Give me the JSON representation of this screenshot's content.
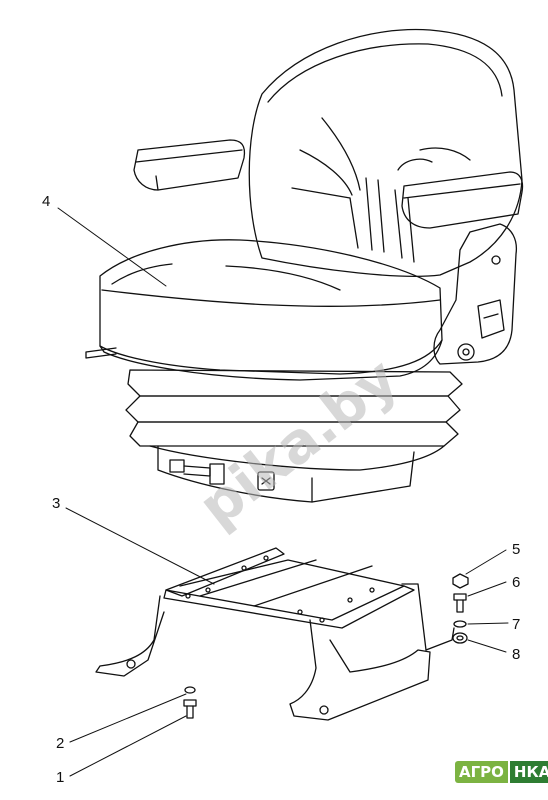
{
  "watermark": "pika.by",
  "logo": {
    "left": "АГРО",
    "right": "НКА",
    "left_color": "#7cb342",
    "right_color": "#2e7d32"
  },
  "callouts": [
    {
      "id": "1",
      "label": "1"
    },
    {
      "id": "2",
      "label": "2"
    },
    {
      "id": "3",
      "label": "3"
    },
    {
      "id": "4",
      "label": "4"
    },
    {
      "id": "5",
      "label": "5"
    },
    {
      "id": "6",
      "label": "6"
    },
    {
      "id": "7",
      "label": "7"
    },
    {
      "id": "8",
      "label": "8"
    }
  ],
  "colors": {
    "line": "#111111",
    "background": "#ffffff"
  }
}
